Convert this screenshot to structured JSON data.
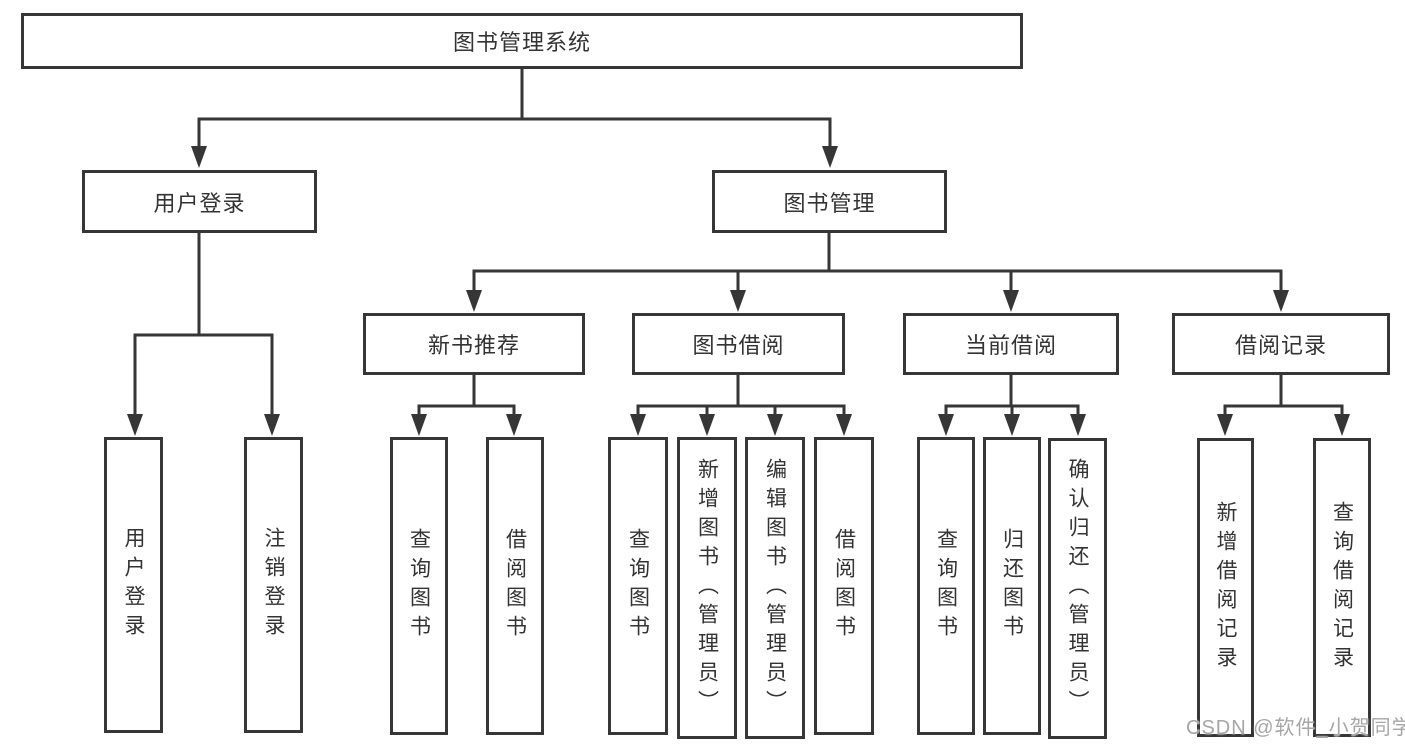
{
  "diagram": {
    "root": {
      "label": "图书管理系统"
    },
    "children": [
      {
        "label": "用户登录",
        "children": [
          {
            "label": "用户登录"
          },
          {
            "label": "注销登录"
          }
        ]
      },
      {
        "label": "图书管理",
        "children": [
          {
            "label": "新书推荐",
            "children": [
              {
                "label": "查询图书"
              },
              {
                "label": "借阅图书"
              }
            ]
          },
          {
            "label": "图书借阅",
            "children": [
              {
                "label": "查询图书"
              },
              {
                "label": "新增图书（管理员）"
              },
              {
                "label": "编辑图书（管理员）"
              },
              {
                "label": "借阅图书"
              }
            ]
          },
          {
            "label": "当前借阅",
            "children": [
              {
                "label": "查询图书"
              },
              {
                "label": "归还图书"
              },
              {
                "label": "确认归还（管理员）"
              }
            ]
          },
          {
            "label": "借阅记录",
            "children": [
              {
                "label": "新增借阅记录"
              },
              {
                "label": "查询借阅记录"
              }
            ]
          }
        ]
      }
    ]
  },
  "watermark": {
    "text": "CSDN @软件_小贺同学"
  },
  "colors": {
    "line": "#363636",
    "background": "#ffffff",
    "watermark": "#a6a6a6"
  }
}
